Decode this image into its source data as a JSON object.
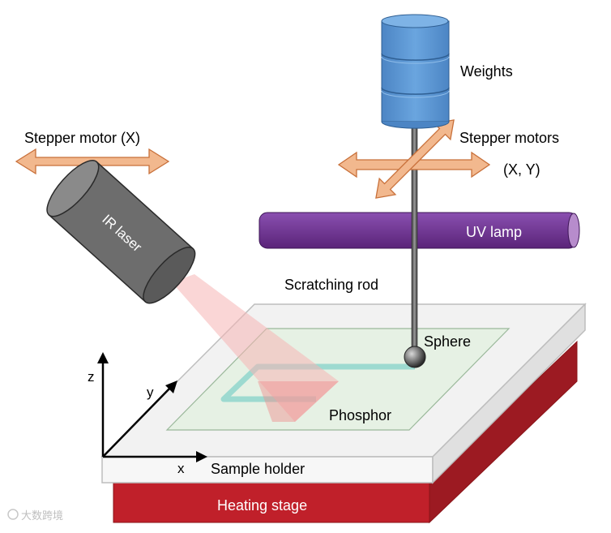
{
  "labels": {
    "stepper_motor_x": "Stepper motor (X)",
    "ir_laser": "IR laser",
    "weights": "Weights",
    "stepper_motors": "Stepper motors",
    "stepper_motors_axes": "(X, Y)",
    "uv_lamp": "UV lamp",
    "scratching_rod": "Scratching rod",
    "sphere": "Sphere",
    "phosphor": "Phosphor",
    "sample_holder": "Sample holder",
    "heating_stage": "Heating stage",
    "axis_x": "x",
    "axis_y": "y",
    "axis_z": "z"
  },
  "watermark": "大数跨境",
  "colors": {
    "motor_arrow": "#f2b88e",
    "motor_arrow_stroke": "#c8703a",
    "weights_blue": "#5b94cf",
    "uv_lamp_purple": "#6a2f8f",
    "heating_red": "#c0202a",
    "laser_beam": "#f5b5b5",
    "laser_body": "#6d6d6d",
    "phosphor_film": "#e6f1e4",
    "scratch_track": "#8fd6cc"
  }
}
